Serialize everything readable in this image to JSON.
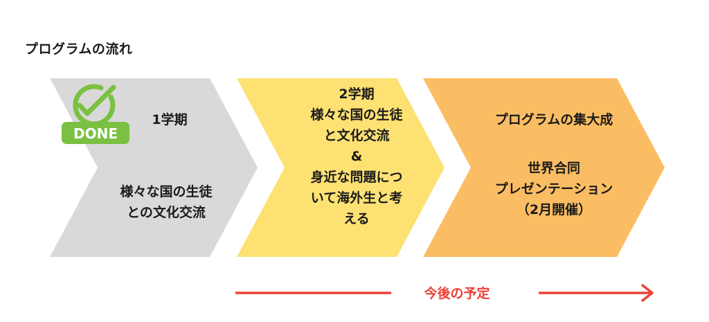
{
  "title": "プログラムの流れ",
  "steps": [
    {
      "heading": "1学期",
      "body_lines": [
        "様々な国の生徒",
        "との文化交流"
      ],
      "color": "#d9d9d9",
      "badge": {
        "label": "DONE",
        "icon": "check-circle-icon",
        "color": "#7ac143"
      }
    },
    {
      "lines": [
        "2学期",
        "様々な国の生徒",
        "と文化交流",
        "&",
        "身近な問題につ",
        "いて海外生と考",
        "える"
      ],
      "color": "#fde173"
    },
    {
      "heading": "プログラムの集大成",
      "body_lines": [
        "世界合同",
        "プレゼンテーション",
        "（2月開催）"
      ],
      "color": "#fbbd63"
    }
  ],
  "future": {
    "label": "今後の予定",
    "color": "#ee4035"
  }
}
